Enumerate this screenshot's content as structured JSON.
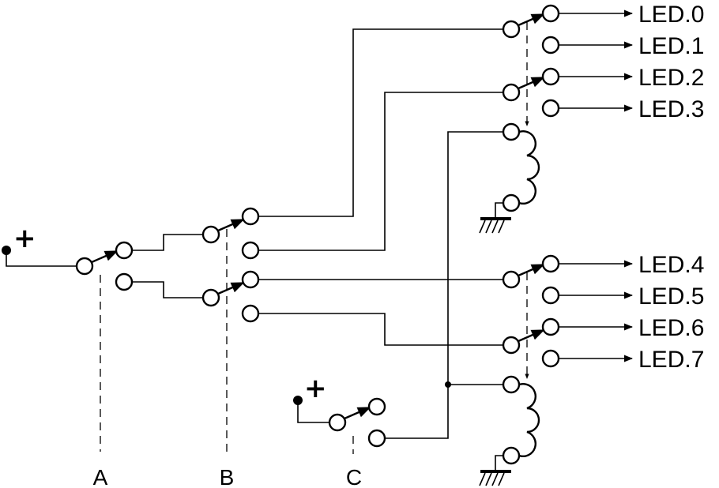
{
  "diagram": {
    "type": "relay switching circuit",
    "source_symbol": "+",
    "switch_labels": [
      "A",
      "B",
      "C"
    ],
    "outputs": [
      "LED.0",
      "LED.1",
      "LED.2",
      "LED.3",
      "LED.4",
      "LED.5",
      "LED.6",
      "LED.7"
    ],
    "ground_symbol": "ground",
    "colors": {
      "line": "#000000",
      "background": "#ffffff"
    }
  }
}
